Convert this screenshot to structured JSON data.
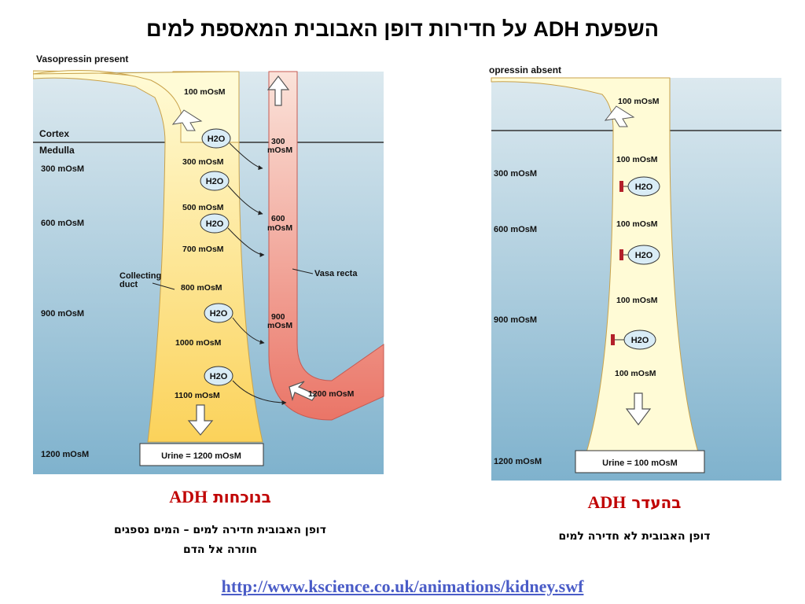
{
  "title": "השפעת ADH על חדירות דופן האבובית המאספת למים",
  "left_panel": {
    "heading": "Vasopressin present",
    "cortex_label": "Cortex",
    "medulla_label": "Medulla",
    "interstitium_levels": [
      "300 mOsM",
      "600 mOsM",
      "900 mOsM",
      "1200 mOsM"
    ],
    "duct_levels": [
      "100 mOsM",
      "300 mOsM",
      "500 mOsM",
      "700 mOsM",
      "800 mOsM",
      "1000 mOsM",
      "1100 mOsM"
    ],
    "vasa_levels": [
      "300 mOsM",
      "600 mOsM",
      "900 mOsM",
      "1200 mOsM"
    ],
    "vasa_300_parts": [
      "300",
      "mOsM"
    ],
    "vasa_600_parts": [
      "600",
      "mOsM"
    ],
    "vasa_900_parts": [
      "900",
      "mOsM"
    ],
    "collecting_duct_label": [
      "Collecting",
      "duct"
    ],
    "vasa_recta_label": "Vasa recta",
    "h2o_label": "H2O",
    "urine_label": "Urine = 1200 mOsM"
  },
  "right_panel": {
    "heading": "opressin absent",
    "interstitium_levels": [
      "300 mOsM",
      "600 mOsM",
      "900 mOsM",
      "1200 mOsM"
    ],
    "duct_levels": [
      "100 mOsM",
      "100 mOsM",
      "100 mOsM",
      "100 mOsM",
      "100 mOsM"
    ],
    "h2o_label": "H2O",
    "urine_label": "Urine = 100 mOsM"
  },
  "left_caption": {
    "adh_line_text": "בנוכחות",
    "adh_word": "ADH",
    "desc_line1": "דופן האבובית חדירה למים – המים נספגים",
    "desc_line2": "חוזרה אל הדם"
  },
  "right_caption": {
    "adh_line_text": "בהעדר",
    "adh_word": "ADH",
    "desc_line1": "דופן האבובית לא חדירה למים"
  },
  "link_text": "http://www.kscience.co.uk/animations/kidney.swf",
  "colors": {
    "interstitium_top": "#dce9ef",
    "interstitium_bottom": "#7fb2cd",
    "duct_top": "#fffbd6",
    "duct_bottom": "#fbd25a",
    "vasa_top": "#fbe3da",
    "vasa_bottom": "#ea7567",
    "water_bubble": "#d9ecf6",
    "blocker": "#b3202a",
    "adh_red": "#c00000",
    "link_blue": "#4a5cc7"
  }
}
